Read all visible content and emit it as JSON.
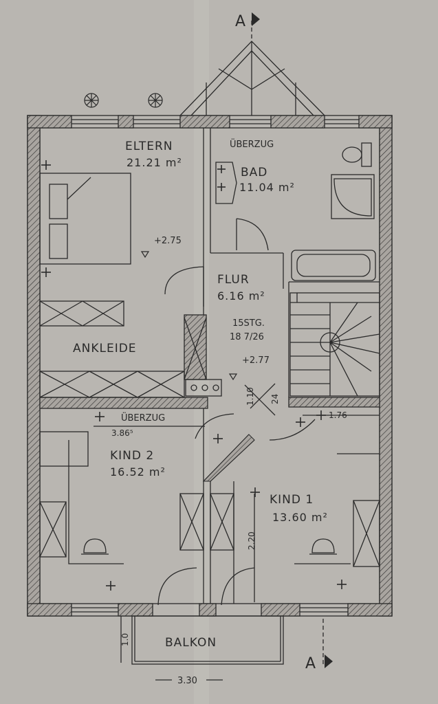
{
  "rooms": {
    "eltern": {
      "name": "ELTERN",
      "area": "21.21 m²"
    },
    "bad": {
      "name": "BAD",
      "area": "11.04 m²"
    },
    "flur": {
      "name": "FLUR",
      "area": "6.16 m²"
    },
    "ankleide": {
      "name": "ANKLEIDE"
    },
    "kind2": {
      "name": "KIND 2",
      "area": "16.52 m²"
    },
    "kind1": {
      "name": "KIND 1",
      "area": "13.60 m²"
    },
    "balkon": {
      "name": "BALKON"
    }
  },
  "labels": {
    "ueberzug_top": "ÜBERZUG",
    "ueberzug_mid": "ÜBERZUG",
    "stairs_line1": "15STG.",
    "stairs_line2": "18 7/26",
    "level_eltern": "+2.75",
    "level_flur": "+2.77",
    "section_top": "A",
    "section_bottom": "A"
  },
  "dimensions": {
    "d_386": "3.86⁵",
    "d_176": "1.76",
    "d_110": "1.10",
    "d_24": "24",
    "d_220": "2.20",
    "d_10": "1.0",
    "d_330": "3.30"
  },
  "colors": {
    "paper": "#b9b6b1",
    "ink": "#2a2a2a",
    "wall_fill": "#9d9893"
  }
}
